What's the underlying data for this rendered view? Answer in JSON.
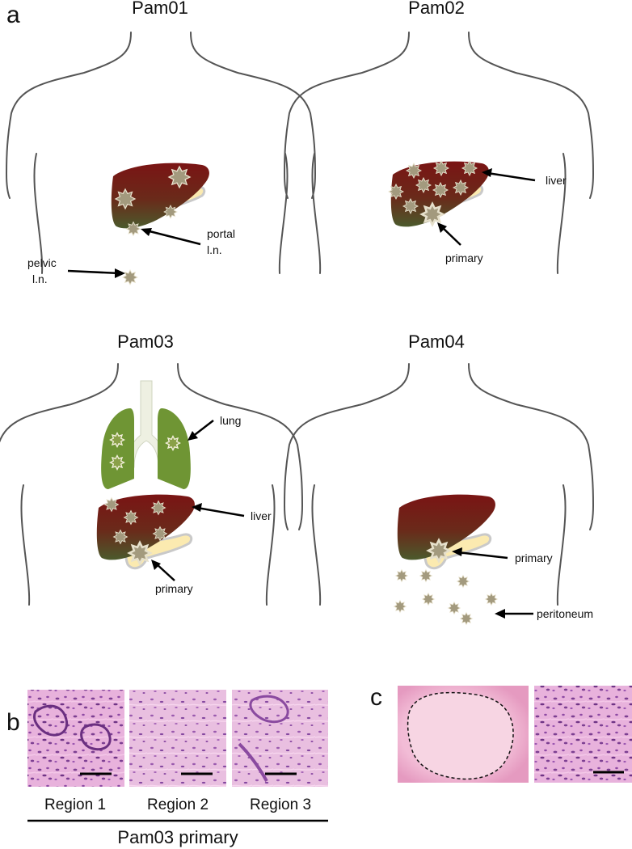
{
  "panels": {
    "a": "a",
    "b": "b",
    "c": "c"
  },
  "patients": [
    {
      "id": "pam01",
      "title": "Pam01",
      "labels": [
        "portal",
        "l.n.",
        "pelvic",
        "l.n."
      ]
    },
    {
      "id": "pam02",
      "title": "Pam02",
      "labels": [
        "liver",
        "primary"
      ]
    },
    {
      "id": "pam03",
      "title": "Pam03",
      "labels": [
        "lung",
        "liver",
        "primary"
      ]
    },
    {
      "id": "pam04",
      "title": "Pam04",
      "labels": [
        "primary",
        "peritoneum"
      ]
    }
  ],
  "histology": {
    "regions": [
      "Region 1",
      "Region 2",
      "Region 3"
    ],
    "group_label": "Pam03 primary"
  },
  "colors": {
    "liver_dark": "#7a1414",
    "liver_light": "#4b5a2c",
    "pancreas": "#fbeab0",
    "tumor": "#a39a7e",
    "lung": "#6f9534",
    "trachea": "#eef0e2",
    "he_pink": "#e3a7d2",
    "he_purple": "#7c3f92"
  }
}
